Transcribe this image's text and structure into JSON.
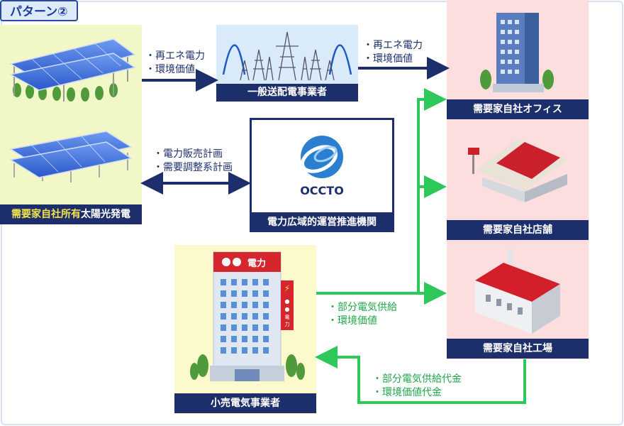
{
  "pattern_label": "パターン②",
  "solar": {
    "label_part1": "需要家自社所有",
    "label_part2": "太陽光発電"
  },
  "grid_operator": {
    "label": "一般送配電事業者"
  },
  "occto": {
    "label": "電力広域的運営推進機関",
    "logo_text": "OCCTO"
  },
  "retailer": {
    "label": "小売電気事業者",
    "sign_text": "●●電力",
    "vertical_sign": "●●電力"
  },
  "sites": {
    "office": "需要家自社オフィス",
    "store": "需要家自社店舗",
    "factory": "需要家自社工場"
  },
  "flows": {
    "solar_to_grid": [
      "・再エネ電力",
      "・環境価値"
    ],
    "grid_to_office": [
      "・再エネ電力",
      "・環境価値"
    ],
    "occto_plans": [
      "・電力販売計画",
      "・需要調整系計画"
    ],
    "retailer_to_sites": [
      "・部分電気供給",
      "・環境価値"
    ],
    "payment": [
      "・部分電気供給代金",
      "・環境価値代金"
    ]
  },
  "colors": {
    "navy": "#1d2f6b",
    "green_arrow": "#2ec75a",
    "solar_bg": "#f1f7c7",
    "site_bg": "#fbdedd",
    "grid_bg": "#d9ebfa",
    "retailer_bg": "#fcfacd"
  }
}
